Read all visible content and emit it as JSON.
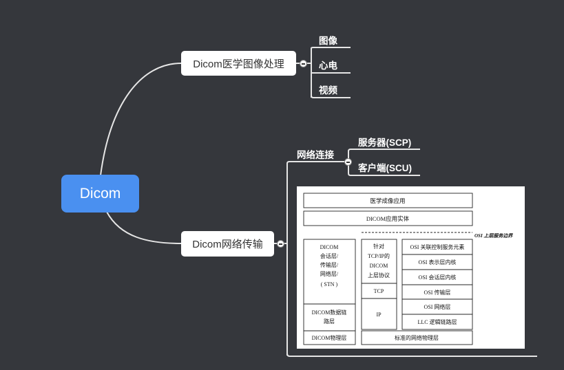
{
  "root": {
    "label": "Dicom"
  },
  "branch1": {
    "label": "Dicom医学图像处理",
    "children": [
      "图像",
      "心电",
      "视频"
    ]
  },
  "branch2": {
    "label": "Dicom网络传输",
    "sub": {
      "label": "网络连接",
      "children": [
        "服务器(SCP)",
        "客户端(SCU)"
      ]
    },
    "image": {
      "top_row_1": "医学成像应用",
      "top_row_2": "DICOM应用实体",
      "boundary_label": "OSI 上层服务边界",
      "left_col": {
        "upper": [
          "DICOM",
          "会话层/",
          "传输层/",
          "网络层/",
          "( STN )"
        ],
        "middle": [
          "DICOM数据链",
          "路层"
        ],
        "bottom": "DICOM物理层"
      },
      "mid_col": {
        "upper": [
          "针对",
          "TCP/IP的",
          "DICOM",
          "上层协议"
        ],
        "tcp": "TCP",
        "ip": "IP"
      },
      "right_col": [
        "OSI 关联控制服务元素",
        "OSI 表示层内核",
        "OSI 会话层内核",
        "OSI 传输层",
        "OSI 网络层",
        "LLC 逻辑链路层"
      ],
      "bottom_row": "标准的网络物理层"
    }
  },
  "colors": {
    "background": "#35373c",
    "root": "#4a90f0",
    "line": "#e8e8e8"
  }
}
